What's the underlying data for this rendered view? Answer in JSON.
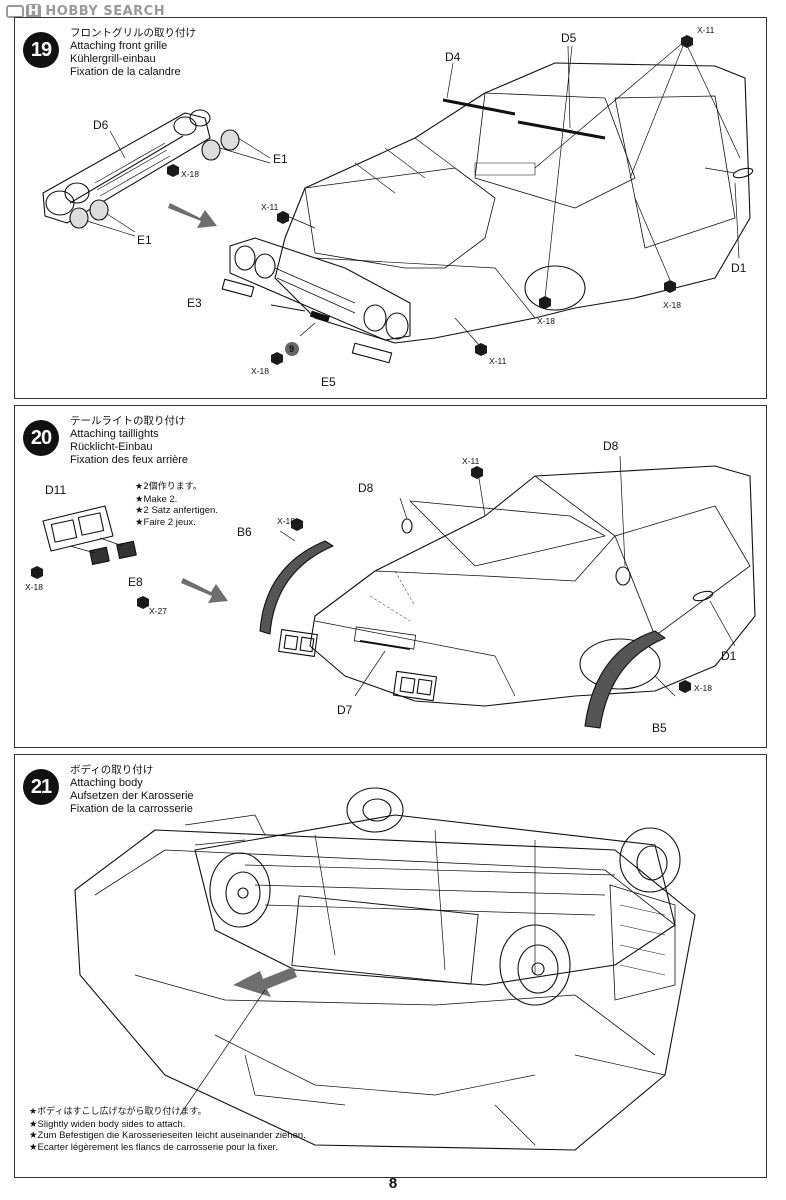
{
  "watermark": {
    "text": "HOBBY SEARCH",
    "prefix": "H"
  },
  "steps": [
    {
      "number": "19",
      "title_jp": "フロントグリルの取り付け",
      "title_en": "Attaching front grille",
      "title_de": "Kühlergrill-einbau",
      "title_fr": "Fixation de la calandre",
      "labels": {
        "d6": "D6",
        "e1a": "E1",
        "e1b": "E1",
        "d4": "D4",
        "d5": "D5",
        "x11_top": "X-11",
        "x18_a": "X-18",
        "x11_left": "X-11",
        "e3": "E3",
        "x18_b": "X-18",
        "e5": "E5",
        "x11_bottom": "X-11",
        "x18_c": "X-18",
        "x18_d": "X-18",
        "d1": "D1",
        "ref9": "9"
      }
    },
    {
      "number": "20",
      "title_jp": "テールライトの取り付け",
      "title_en": "Attaching taillights",
      "title_de": "Rücklicht-Einbau",
      "title_fr": "Fixation des feux arrière",
      "notes": [
        "★2個作ります。",
        "★Make 2.",
        "★2 Satz anfertigen.",
        "★Faire 2 jeux."
      ],
      "labels": {
        "d11": "D11",
        "x18_a": "X-18",
        "e8": "E8",
        "x27": "X-27",
        "b6": "B6",
        "x18_b": "X-18",
        "d8_a": "D8",
        "x11": "X-11",
        "d8_b": "D8",
        "d7": "D7",
        "d1": "D1",
        "x18_c": "X-18",
        "b5": "B5"
      }
    },
    {
      "number": "21",
      "title_jp": "ボディの取り付け",
      "title_en": "Attaching body",
      "title_de": "Aufsetzen der Karosserie",
      "title_fr": "Fixation de la carrosserie",
      "notes": [
        "★ボディはすこし広げながら取り付けます。",
        "★Slightly widen body sides to attach.",
        "★Zum Befestigen die Karosserieseiten leicht auseinander ziehen.",
        "★Ecarter légèrement les flancs de carrosserie pour la fixer."
      ]
    }
  ],
  "page_number": "8",
  "colors": {
    "ink": "#111111",
    "screw": "#1a1a1a",
    "arrow": "#6e6e6e",
    "frame": "#333333"
  }
}
